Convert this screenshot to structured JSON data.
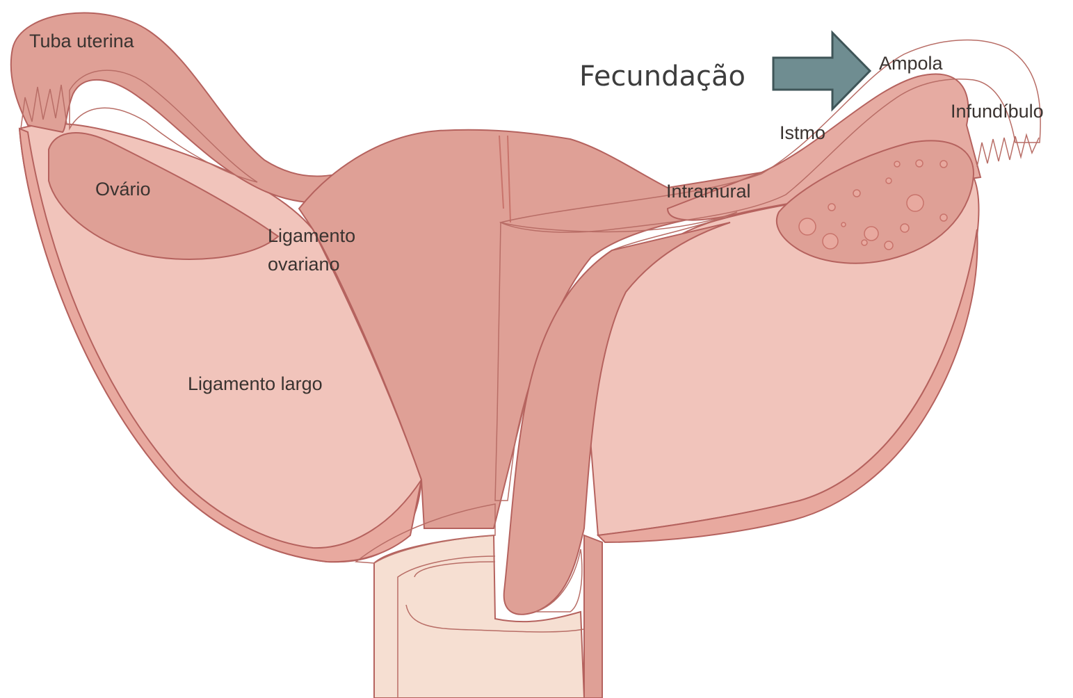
{
  "labels": {
    "tuba_uterina": "Tuba uterina",
    "ovario": "Ovário",
    "ligamento_ovariano_1": "Ligamento",
    "ligamento_ovariano_2": "ovariano",
    "ligamento_largo": "Ligamento largo",
    "intramural": "Intramural",
    "istmo": "Istmo",
    "ampola": "Ampola",
    "infundibulo": "Infundíbulo",
    "fecundacao": "Fecundação"
  },
  "colors": {
    "tissue_dark": "#dfa096",
    "tissue_mid": "#e5aea6",
    "tissue_light": "#f1c4bb",
    "tissue_cream": "#f6dfd2",
    "outline": "#b5625e",
    "arrow_fill": "#6f8d91",
    "arrow_stroke": "#3f5558"
  }
}
